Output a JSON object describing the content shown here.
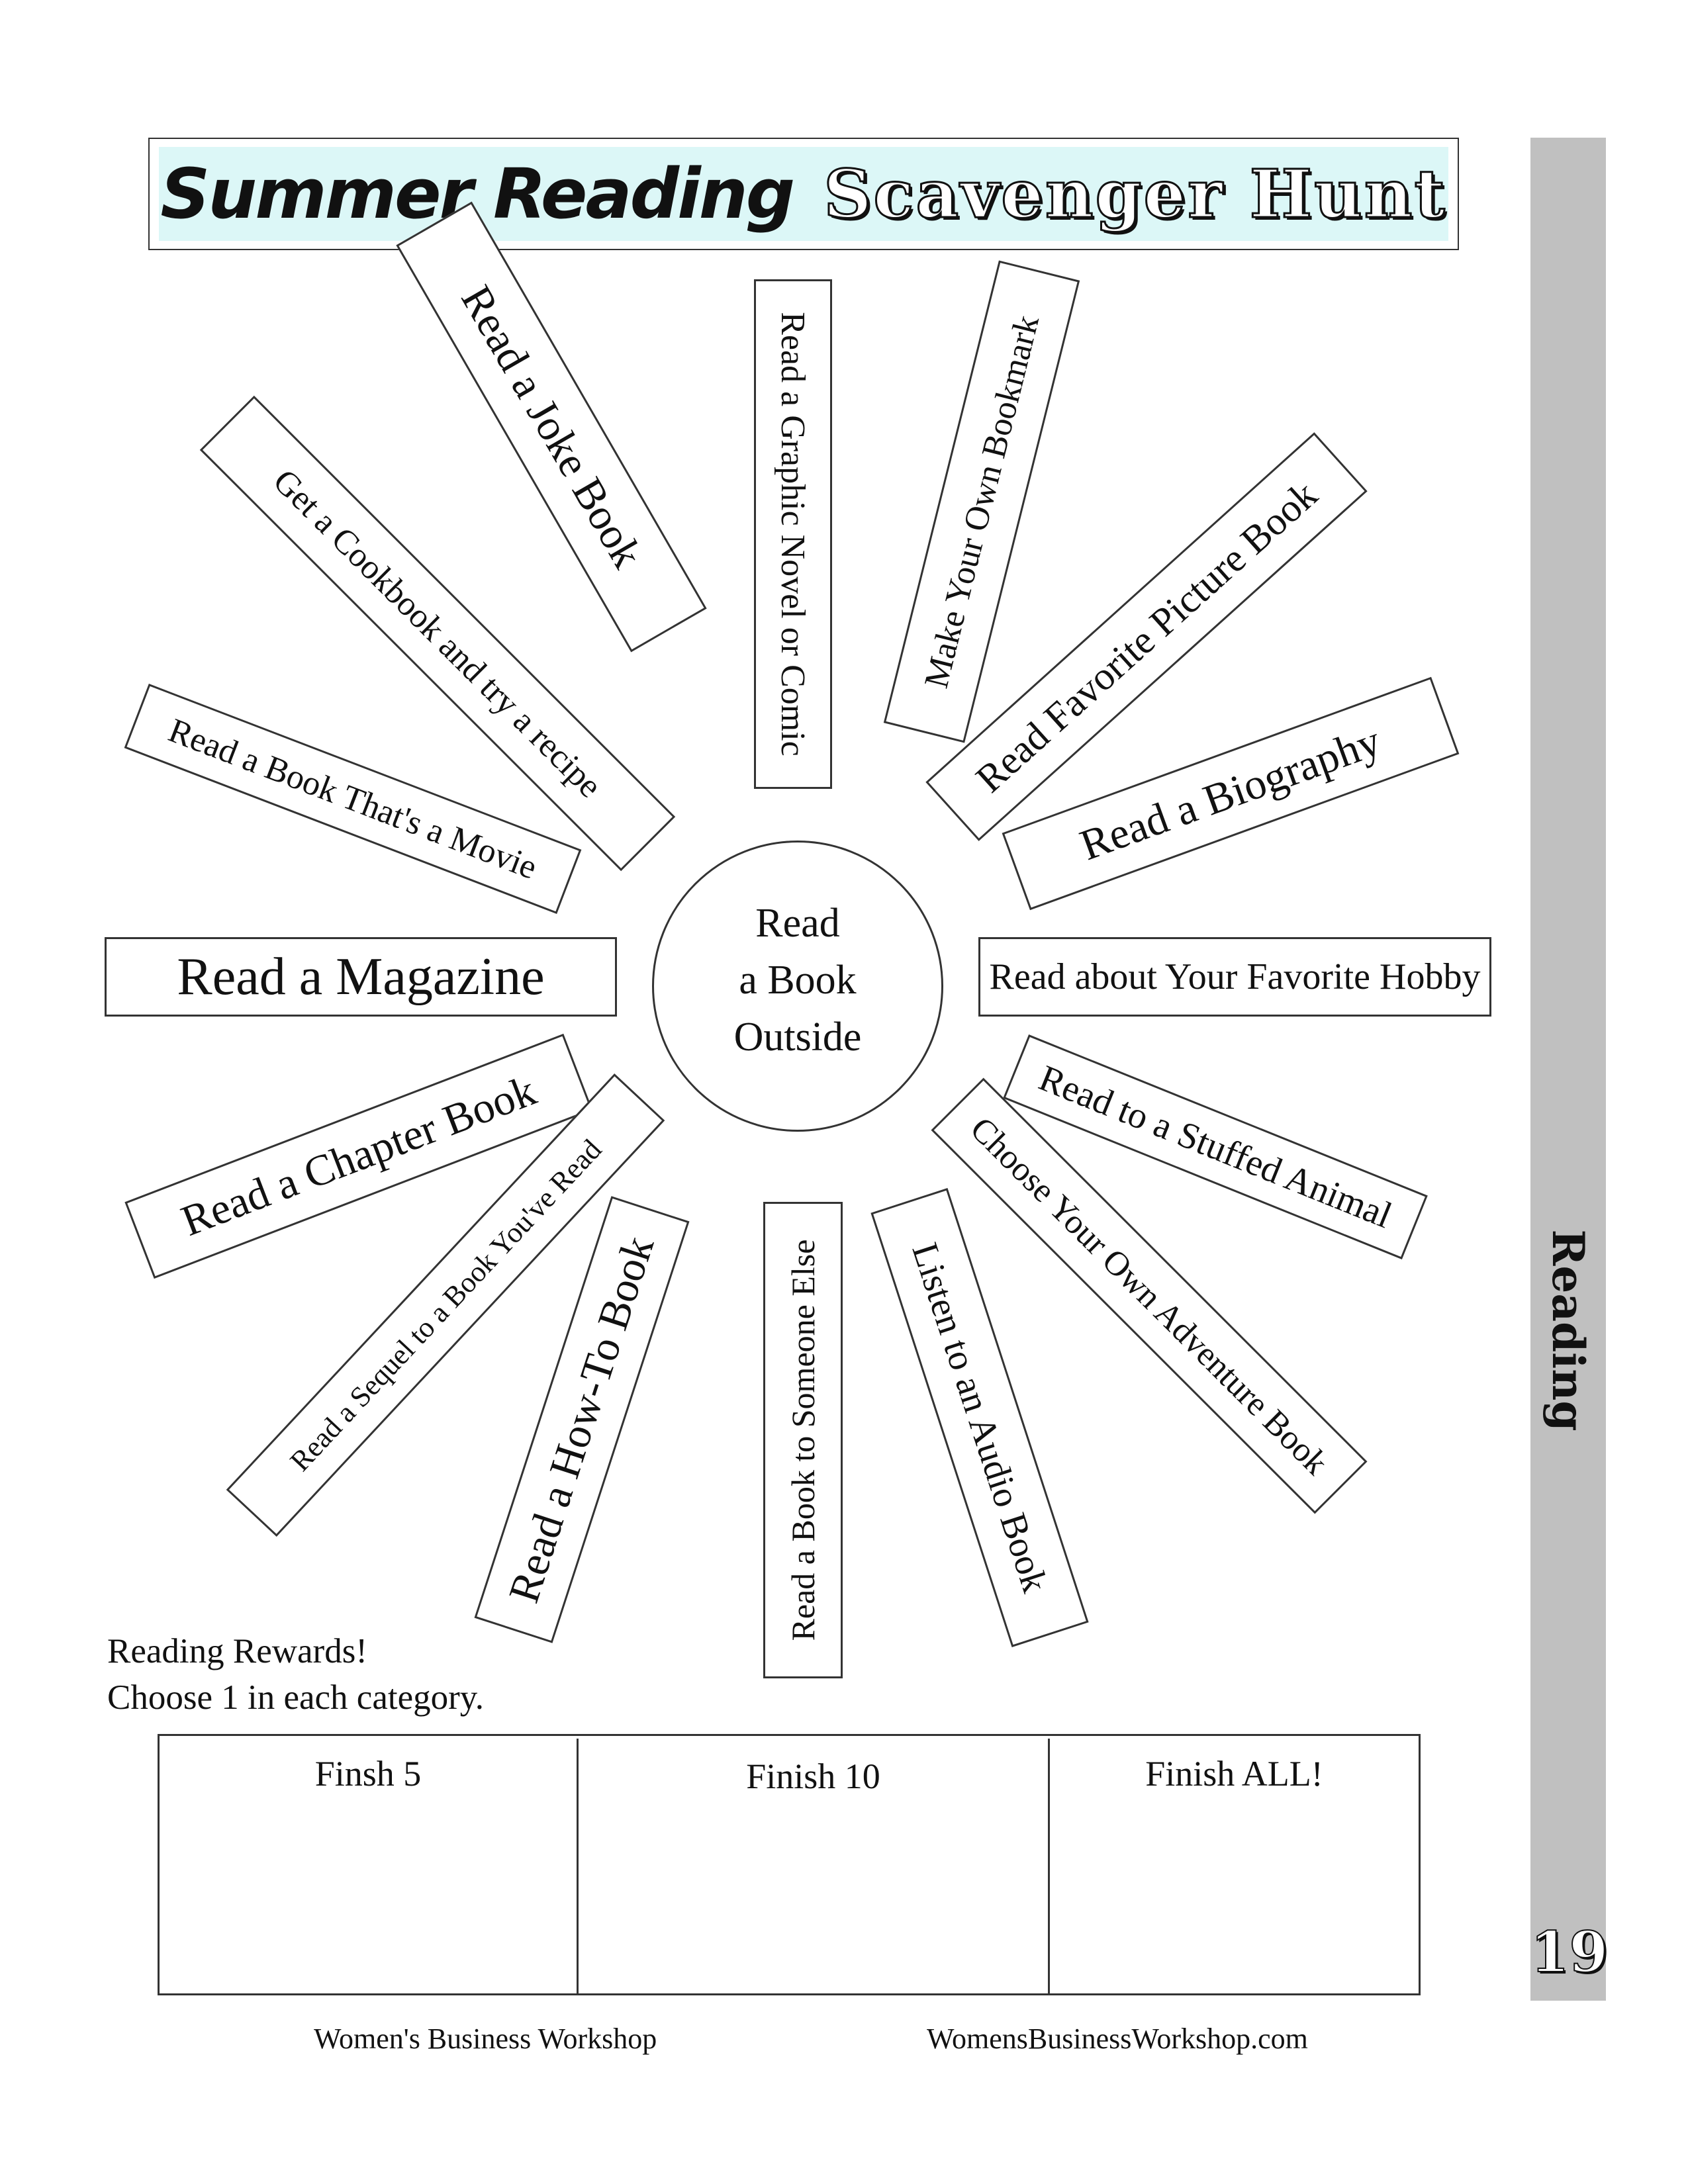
{
  "title": {
    "part1": "Summer Reading",
    "part2": "Scavenger Hunt"
  },
  "center": {
    "line1": "Read",
    "line2": "a Book",
    "line3": "Outside"
  },
  "activities": [
    "Read a Joke Book",
    "Read a Graphic Novel or Comic",
    "Make Your Own Bookmark",
    "Get a Cookbook and try a recipe",
    "Read  Favorite Picture Book",
    "Read a Book That's a Movie",
    "Read a Biography",
    "Read a Magazine",
    "Read about Your Favorite Hobby",
    "Read to a Stuffed Animal",
    "Read a Chapter Book",
    "Choose Your Own Adventure Book",
    "Read a Sequel to a Book You've Read",
    "Read a How-To Book",
    "Read a Book to Someone Else",
    "Listen to an Audio Book"
  ],
  "rewards": {
    "line1": "Reading Rewards!",
    "line2": "Choose 1 in each category.",
    "columns": [
      "Finsh 5",
      "Finish 10",
      "Finish ALL!"
    ]
  },
  "side_tab": {
    "label": "Reading",
    "page_number": "19"
  },
  "footer": {
    "left": "Women's Business Workshop",
    "right": "WomensBusinessWorkshop.com"
  }
}
